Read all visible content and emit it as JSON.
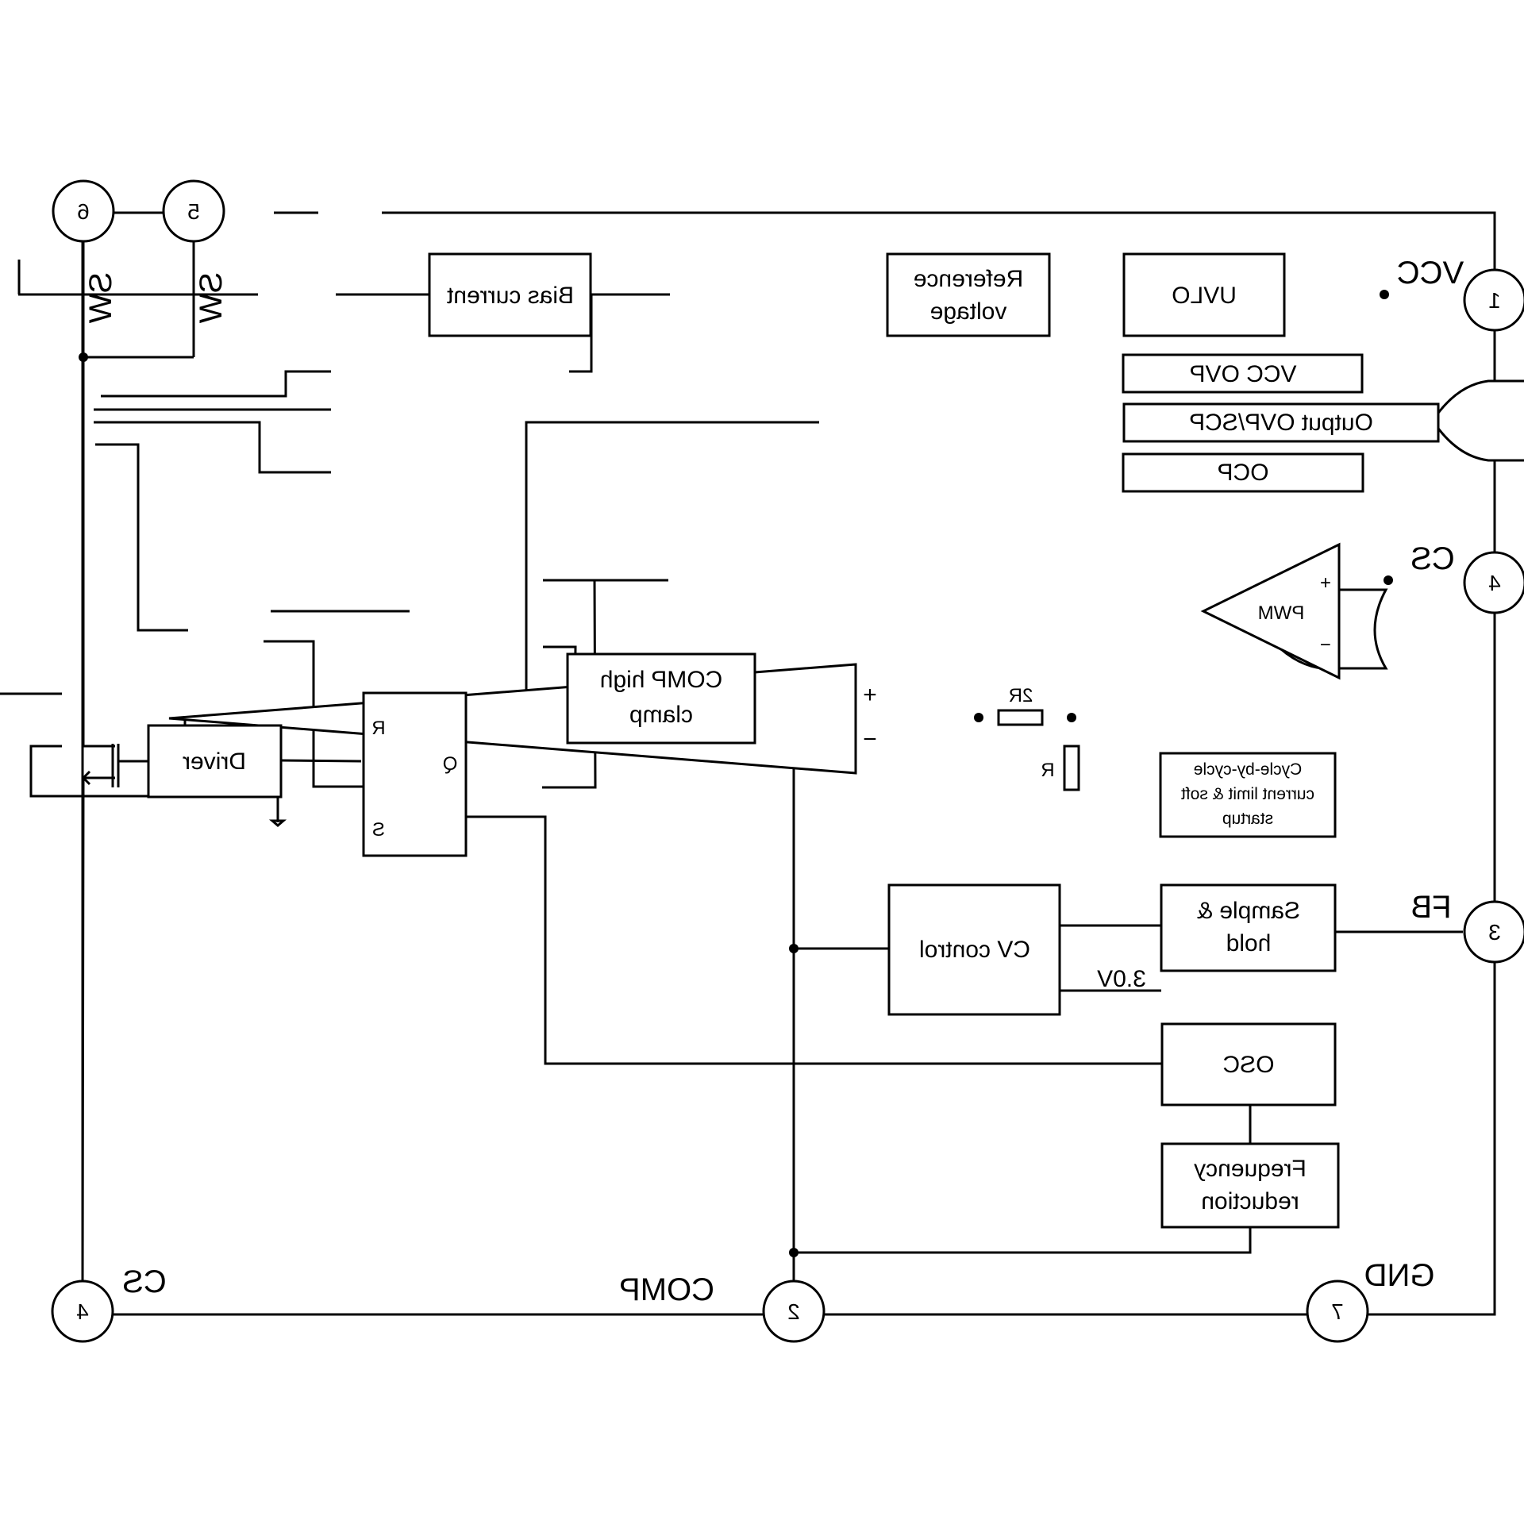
{
  "pins": {
    "p1": {
      "num": "1",
      "name": "VCC"
    },
    "p2": {
      "num": "2",
      "name": "COMP"
    },
    "p3": {
      "num": "3",
      "name": "FB"
    },
    "p4r": {
      "num": "4",
      "name": "CS"
    },
    "p4b": {
      "num": "4",
      "name": "CS"
    },
    "p5": {
      "num": "5",
      "name": "SW"
    },
    "p6": {
      "num": "6",
      "name": "SW"
    },
    "p7": {
      "num": "7",
      "name": "GND"
    }
  },
  "blocks": {
    "bias": [
      "Bias current"
    ],
    "ref": [
      "Reference",
      "voltage"
    ],
    "uvlo": [
      "UVLO"
    ],
    "vccovp": [
      "VCC OVP"
    ],
    "outovp": [
      "Output OVP/SCP"
    ],
    "ocp": [
      "OCP"
    ],
    "comp_clamp": [
      "COMP high",
      "clamp"
    ],
    "cycle": [
      "Cycle-by-cycle",
      "current limit & soft",
      "startup"
    ],
    "cv": [
      "CV control"
    ],
    "sample": [
      "Sample &",
      "hold"
    ],
    "osc": [
      "OSC"
    ],
    "freq": [
      "Frequency",
      "reduction"
    ],
    "driver": [
      "Driver"
    ]
  },
  "latch": {
    "r": "R",
    "s": "S",
    "q": "Q"
  },
  "pwm": {
    "label": "PWM",
    "plus": "+",
    "minus": "−"
  },
  "opamp": {
    "plus": "+",
    "minus": "−"
  },
  "resistors": {
    "r2": "2R",
    "r1": "R"
  },
  "voltage": "3.0V"
}
